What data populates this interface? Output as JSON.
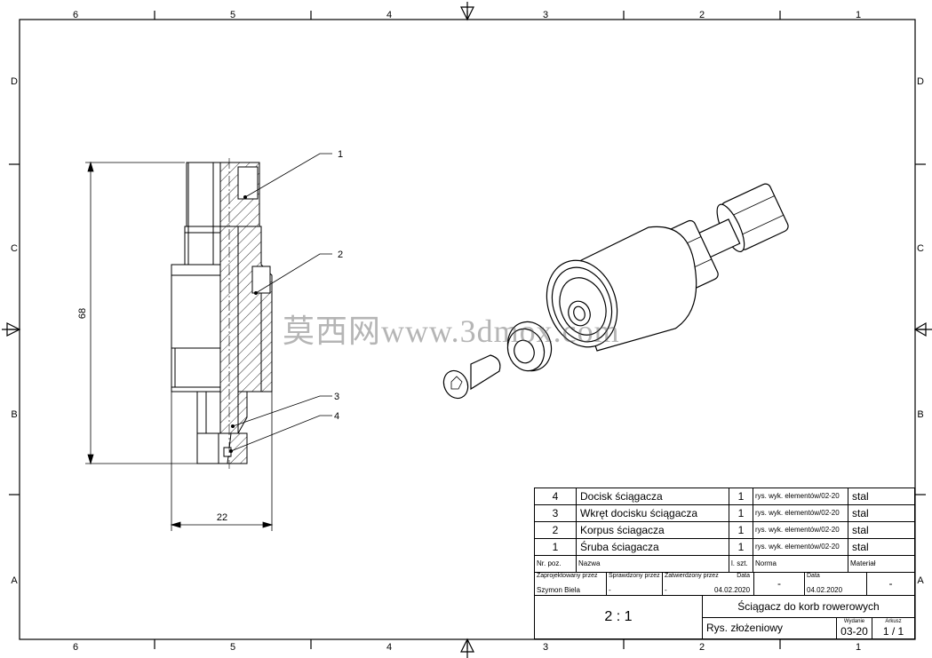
{
  "frame": {
    "columns_top": [
      "6",
      "5",
      "4",
      "3",
      "2",
      "1"
    ],
    "columns_bottom": [
      "6",
      "5",
      "4",
      "3",
      "2",
      "1"
    ],
    "rows_left": [
      "D",
      "C",
      "B",
      "A"
    ],
    "rows_right": [
      "D",
      "C",
      "B",
      "A"
    ]
  },
  "dimensions": {
    "height": "68",
    "width": "22"
  },
  "balloons": [
    "1",
    "2",
    "3",
    "4"
  ],
  "watermark": "莫西网www.3dmox.com",
  "parts_list": [
    {
      "pos": "4",
      "name": "Docisk ściągacza",
      "qty": "1",
      "standard": "rys. wyk. elementów/02-20",
      "material": "stal"
    },
    {
      "pos": "3",
      "name": "Wkręt docisku ściągacza",
      "qty": "1",
      "standard": "rys. wyk. elementów/02-20",
      "material": "stal"
    },
    {
      "pos": "2",
      "name": "Korpus ściagacza",
      "qty": "1",
      "standard": "rys. wyk. elementów/02-20",
      "material": "stal"
    },
    {
      "pos": "1",
      "name": "Śruba ściagacza",
      "qty": "1",
      "standard": "rys. wyk. elementów/02-20",
      "material": "stal"
    }
  ],
  "parts_header": {
    "pos": "Nr. poz.",
    "name": "Nazwa",
    "qty": "l. szt.",
    "standard": "Norma",
    "material": "Materiał"
  },
  "approvals": {
    "designed_label": "Zaprojektowany przez",
    "designed_value": "Szymon Biela",
    "checked_label": "Sprawdzony przez",
    "checked_value": "-",
    "approved_label": "Zatwierdzony przez",
    "approved_value": "-",
    "date1_label": "Data",
    "date1_value": "04.02.2020",
    "blank1": "-",
    "date2_label": "Data",
    "date2_value": "04.02.2020",
    "blank2": "-"
  },
  "scale": "2 : 1",
  "title": "Ściągacz do korb rowerowych",
  "drawing_type": "Rys. złożeniowy",
  "edition_label": "Wydanie",
  "edition_value": "03-20",
  "sheet_label": "Arkusz",
  "sheet_value": "1 / 1"
}
